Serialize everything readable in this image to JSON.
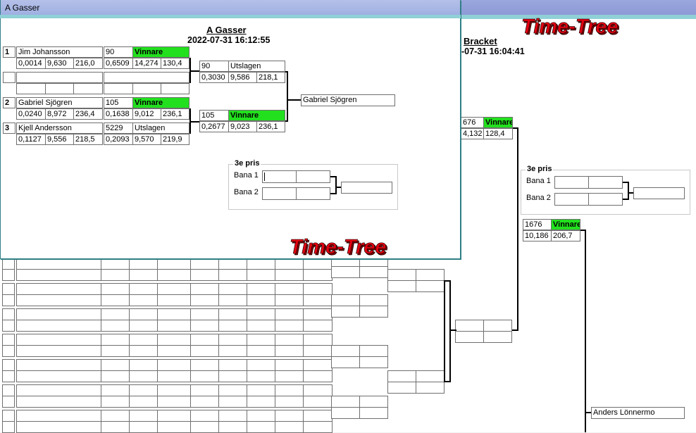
{
  "colors": {
    "winner": "#22e01e",
    "logo": "#e00010"
  },
  "back_window": {
    "heading": "Bracket",
    "date": "-07-31 16:04:41",
    "logo_text": "Time-Tree",
    "sf_top": {
      "id": "676",
      "status": "Vinnare",
      "v1": "4,132",
      "v2": "128,4"
    },
    "sf_bottom": {
      "id": "1676",
      "status": "Vinnare",
      "v1": "10,186",
      "v2": "206,7"
    },
    "champion": "Anders Lönnermo",
    "third": {
      "title": "3e pris",
      "bana1": "Bana 1",
      "bana2": "Bana 2"
    }
  },
  "front_window": {
    "window_title": "A Gasser",
    "heading": "A Gasser",
    "date": "2022-07-31 16:12:55",
    "logo_text": "Time-Tree",
    "entries": [
      {
        "seed": "1",
        "name": "Jim Johansson",
        "rt": "0,0014",
        "et": "9,630",
        "speed": "216,0",
        "r1_id": "90",
        "r1_status": "Vinnare",
        "r1_rt": "0,6509",
        "r1_et": "14,274",
        "r1_speed": "130,4"
      },
      {
        "seed": "2",
        "name": "Gabriel  Sjögren",
        "rt": "0,0240",
        "et": "8,972",
        "speed": "236,4",
        "r1_id": "105",
        "r1_status": "Vinnare",
        "r1_rt": "0,1638",
        "r1_et": "9,012",
        "r1_speed": "236,1"
      },
      {
        "seed": "3",
        "name": "Kjell Andersson",
        "rt": "0,1127",
        "et": "9,556",
        "speed": "218,5",
        "r1_id": "5229",
        "r1_status": "Utslagen",
        "r1_rt": "0,2093",
        "r1_et": "9,570",
        "r1_speed": "219,9"
      }
    ],
    "round2": [
      {
        "id": "90",
        "status": "Utslagen",
        "rt": "0,3030",
        "et": "9,586",
        "speed": "218,1"
      },
      {
        "id": "105",
        "status": "Vinnare",
        "rt": "0,2677",
        "et": "9,023",
        "speed": "236,1"
      }
    ],
    "final_winner": "Gabriel  Sjögren",
    "third": {
      "title": "3e pris",
      "bana1": "Bana 1",
      "bana2": "Bana 2"
    }
  }
}
